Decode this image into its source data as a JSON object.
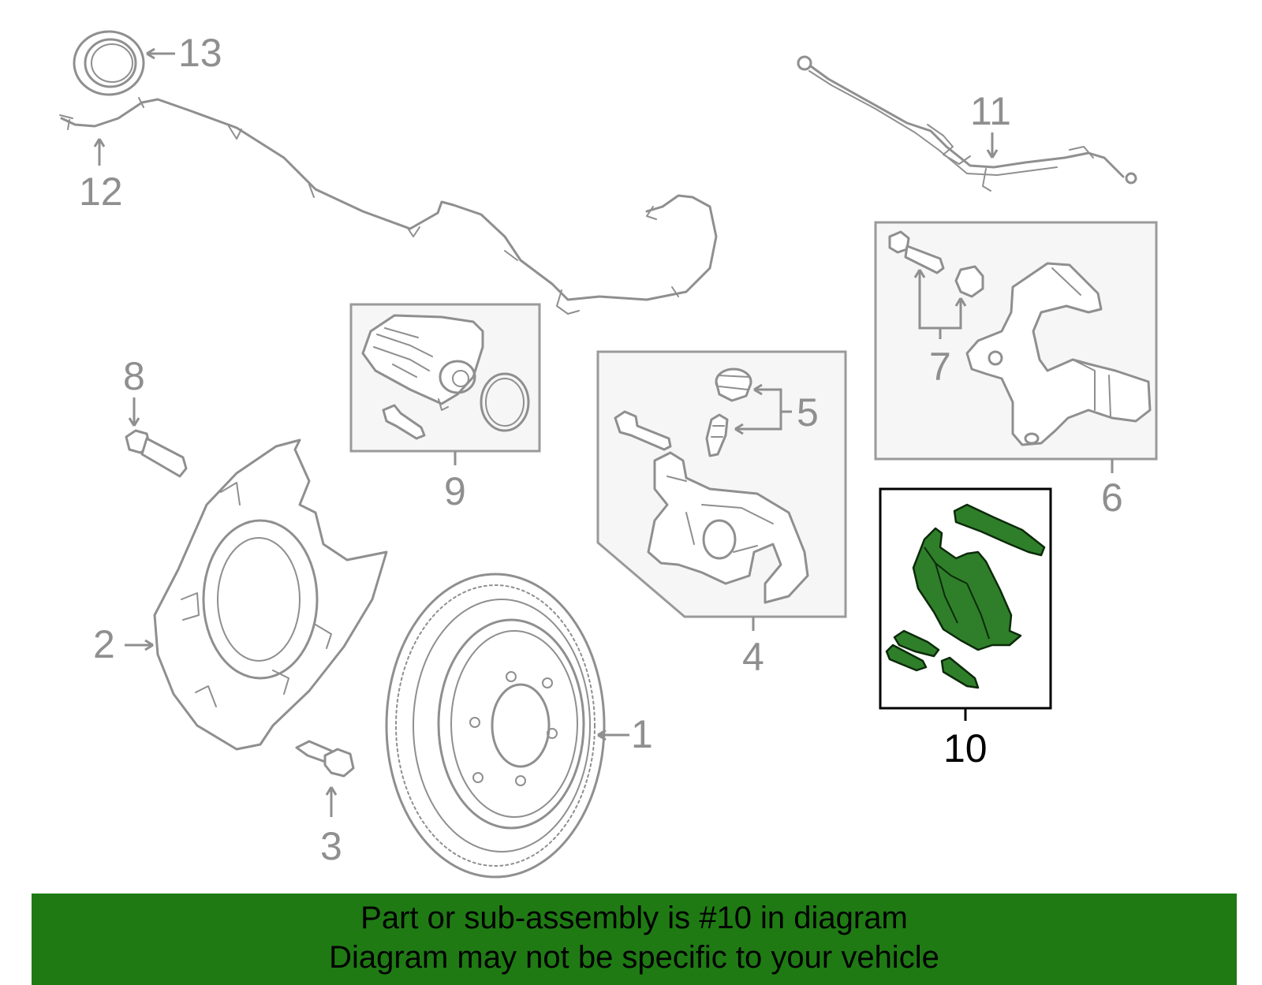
{
  "callouts": {
    "c1": "1",
    "c2": "2",
    "c3": "3",
    "c4": "4",
    "c5": "5",
    "c6": "6",
    "c7": "7",
    "c8": "8",
    "c9": "9",
    "c10": "10",
    "c11": "11",
    "c12": "12",
    "c13": "13"
  },
  "highlighted_part": "10",
  "banner": {
    "line1": "Part or sub-assembly is #10 in diagram",
    "line2": "Diagram may not be specific to your vehicle"
  },
  "colors": {
    "highlight_green": "#2f7f2a",
    "banner_green": "#1f7a14",
    "line_gray": "#8f8f8f"
  }
}
